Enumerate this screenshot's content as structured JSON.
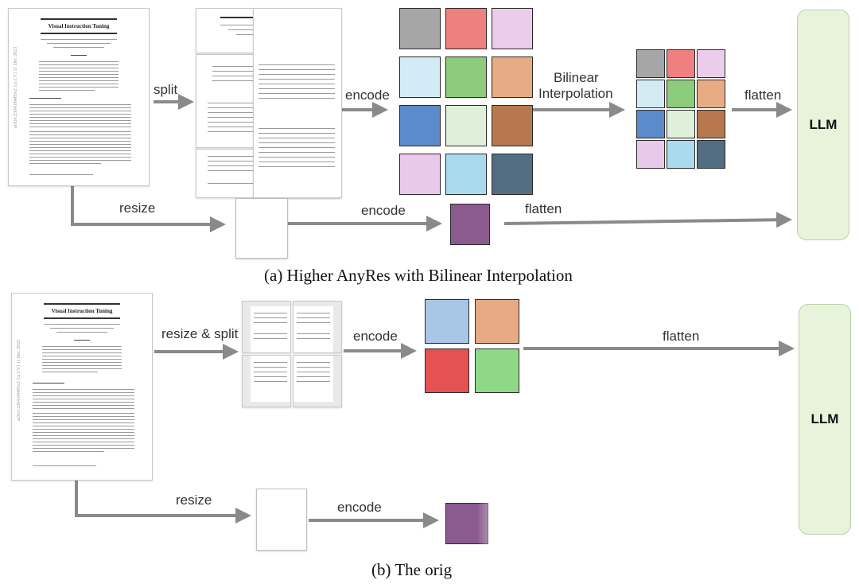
{
  "document": {
    "title": "Visual Instruction Tuning",
    "side_text": "arXiv:2304.08485v2 [cs.CV] 11 Dec 2023"
  },
  "top": {
    "split_label": "split",
    "resize_label": "resize",
    "encode_label_upper": "encode",
    "encode_label_lower": "encode",
    "bilinear_label_1": "Bilinear",
    "bilinear_label_2": "Interpolation",
    "flatten_label_upper": "flatten",
    "flatten_label_lower": "flatten",
    "llm_label": "LLM",
    "caption": "(a) Higher AnyRes with Bilinear Interpolation",
    "encoded_grid_colors": [
      "#a6a6a6",
      "#ef8080",
      "#ebcdea",
      "#d3ebf4",
      "#8ccc7c",
      "#e7ac83",
      "#5c8bcb",
      "#dff0da",
      "#b7784f",
      "#e9c9ea",
      "#a9daee",
      "#536e81"
    ],
    "interp_grid_colors": [
      "#a6a6a6",
      "#ef8080",
      "#ebcdea",
      "#d3ebf4",
      "#8ccc7c",
      "#e7ac83",
      "#5c8bcb",
      "#dff0da",
      "#b7784f",
      "#e9c9ea",
      "#a9daee",
      "#536e81"
    ],
    "global_token_color": "#8b5a8e"
  },
  "bottom": {
    "resize_split_label": "resize & split",
    "encode_label_upper": "encode",
    "resize_label": "resize",
    "encode_label_lower": "encode",
    "flatten_label": "flatten",
    "llm_label": "LLM",
    "caption": "(b) The orig",
    "grid_colors": [
      "#a8c6e6",
      "#e8aa85",
      "#e55252",
      "#8fd88a"
    ],
    "global_token_color": "#8b5a8e"
  },
  "colors": {
    "arrow": "#8a8a8a",
    "llm_fill": "#e8f3dc"
  }
}
